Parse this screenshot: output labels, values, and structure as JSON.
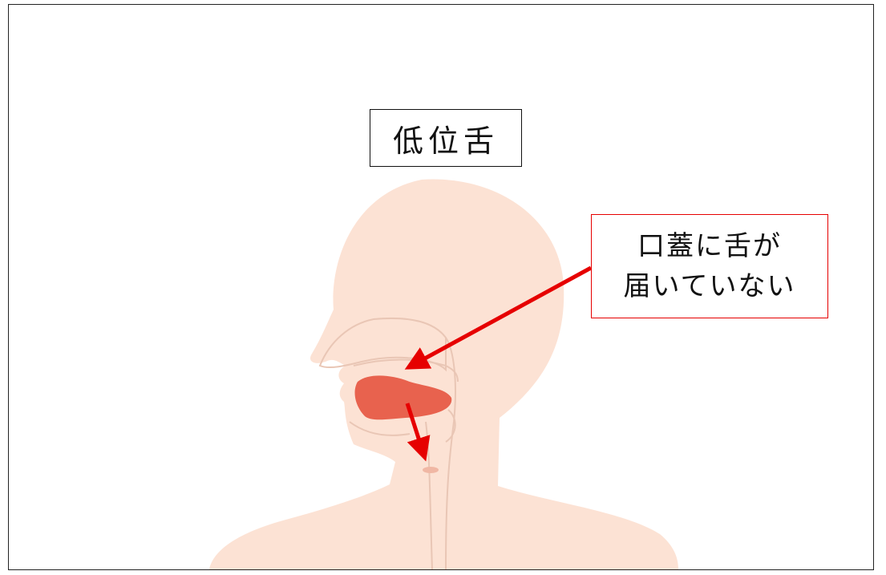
{
  "diagram": {
    "title": "低位舌",
    "callout": {
      "line1": "口蓋に舌が",
      "line2": "届いていない"
    }
  },
  "colors": {
    "skin": "#fce2d4",
    "outline": "#e8c8b8",
    "tongue": "#e8624e",
    "arrow": "#e60000",
    "callout_border": "#e60000"
  }
}
